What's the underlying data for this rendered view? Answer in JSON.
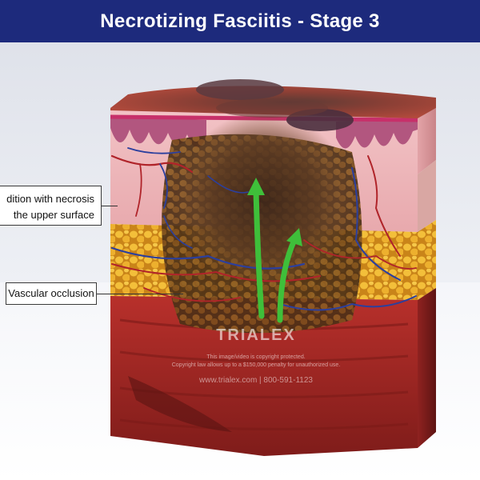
{
  "title": "Necrotizing Fasciitis - Stage 3",
  "labels": {
    "necrosis_line1": "dition with necrosis",
    "necrosis_line2": "the upper surface",
    "vascular": "Vascular occlusion"
  },
  "watermark": {
    "brand": "TRIALEX",
    "line1": "This image/video is copyright protected.",
    "line2": "Copyright law allows up to a $150,000 penalty for unauthorized use.",
    "website": "www.trialex.com  |  800-591-1123"
  },
  "colors": {
    "title_bar": "#1d2a7c",
    "arrow": "#3fbf3a",
    "vessel_red": "#b0242a",
    "vessel_blue": "#2b3f9e",
    "fat_yellow": "#e7a826",
    "muscle": "#9e2622"
  }
}
